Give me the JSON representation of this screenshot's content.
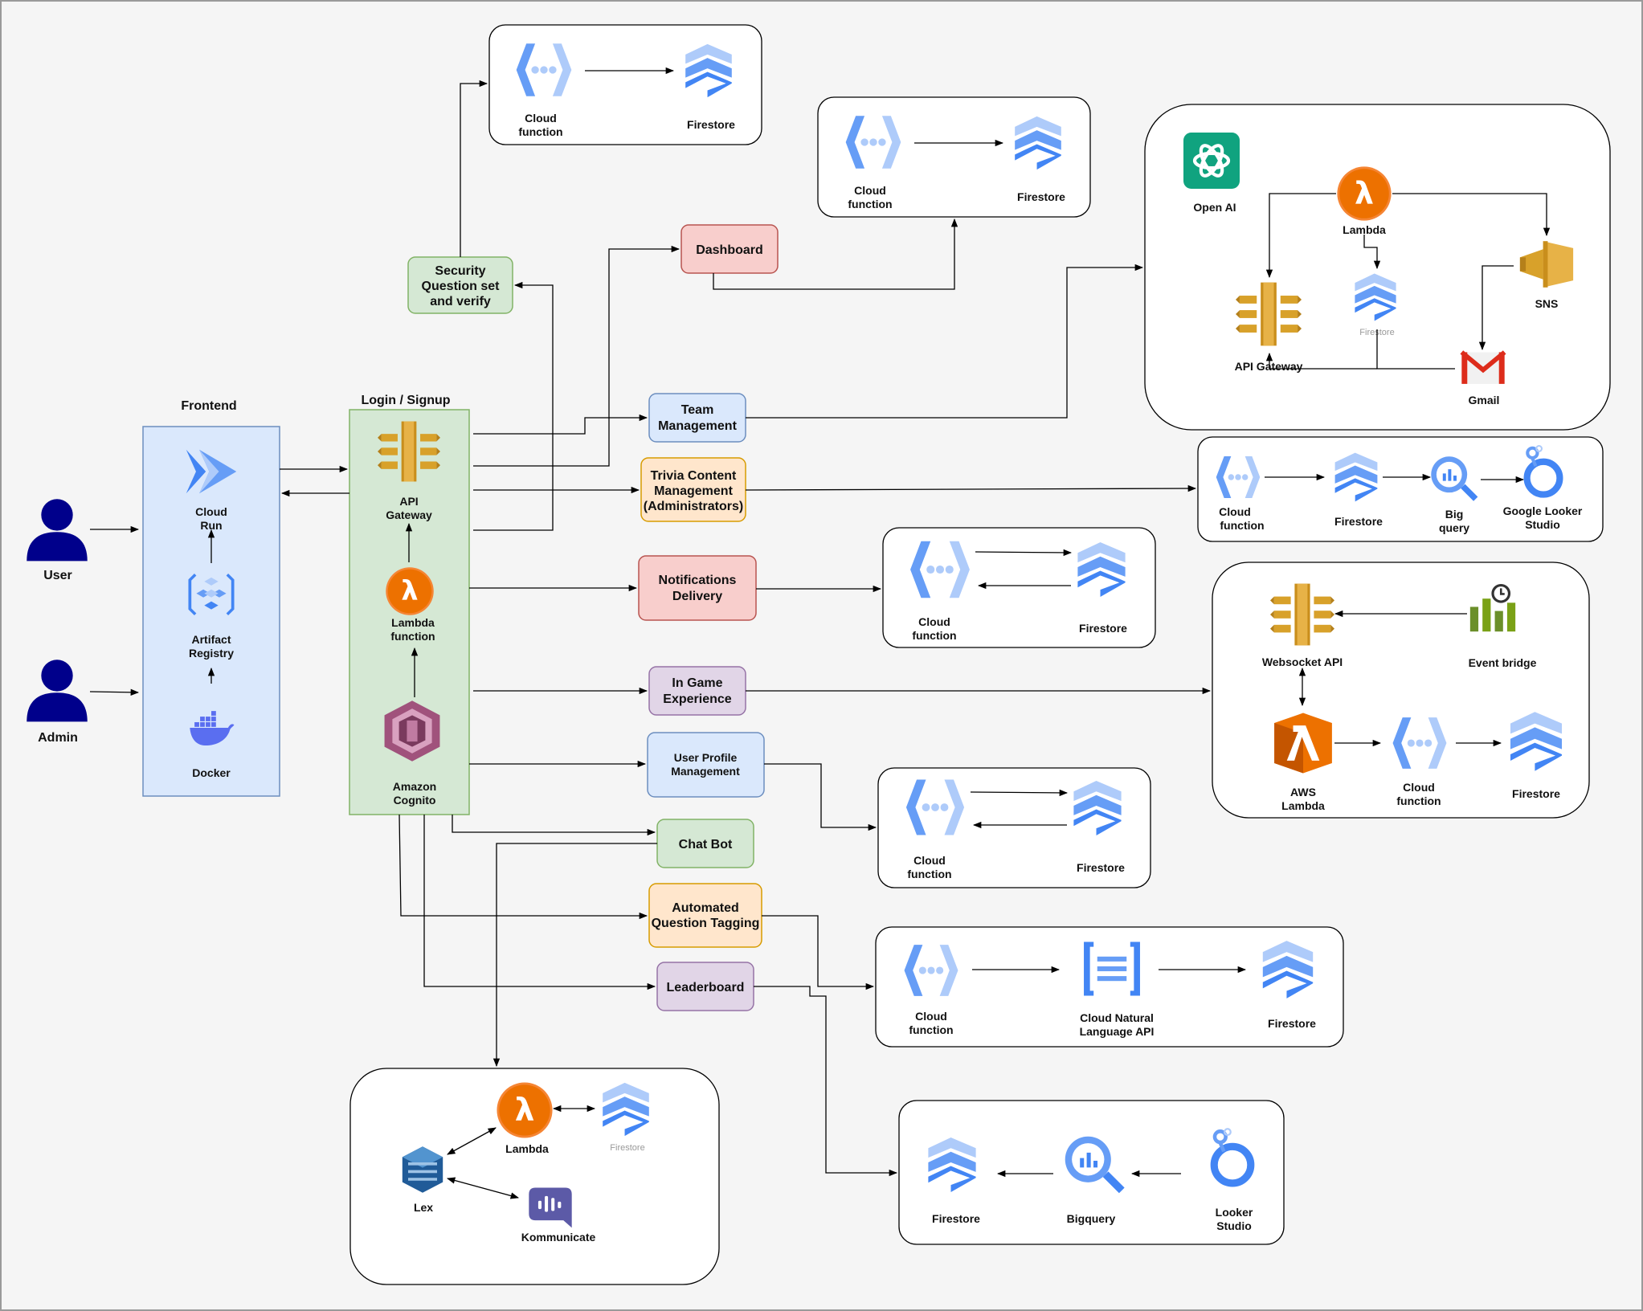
{
  "colors": {
    "gcp_light": "#aecbfa",
    "gcp_mid": "#669df6",
    "gcp_dark": "#4285f4",
    "aws_orange": "#ed7100",
    "aws_gold": "#d8a12a",
    "cognito": "#a0527c",
    "frontend_fill": "#dae8fc",
    "frontend_stroke": "#6c8ebf",
    "login_fill": "#d5e8d4",
    "login_stroke": "#82b366",
    "red_fill": "#f8cecc",
    "orange_fill": "#ffe6cc",
    "purple_fill": "#e1d5e7",
    "user_icon": "#00008b"
  },
  "actors": {
    "user": "User",
    "admin": "Admin"
  },
  "frontend": {
    "title": "Frontend",
    "cloud_run": [
      "Cloud",
      "Run"
    ],
    "artifact_registry": [
      "Artifact",
      "Registry"
    ],
    "docker": "Docker"
  },
  "login": {
    "title": "Login / Signup",
    "api_gateway": [
      "API",
      "Gateway"
    ],
    "lambda_function": [
      "Lambda",
      "function"
    ],
    "cognito": [
      "Amazon",
      "Cognito"
    ]
  },
  "features": {
    "security": [
      "Security",
      "Question set",
      "and verify"
    ],
    "dashboard": "Dashboard",
    "team": [
      "Team",
      "Management"
    ],
    "trivia": [
      "Trivia Content",
      "Management",
      "(Administrators)"
    ],
    "notifications": [
      "Notifications",
      "Delivery"
    ],
    "ingame": [
      "In Game",
      "Experience"
    ],
    "userprofile": [
      "User Profile",
      "Management"
    ],
    "chatbot": "Chat Bot",
    "tagging": [
      "Automated",
      "Question Tagging"
    ],
    "leaderboard": "Leaderboard"
  },
  "panels": {
    "security": {
      "cloud_function": [
        "Cloud",
        "function"
      ],
      "firestore": "Firestore"
    },
    "dashboard": {
      "cloud_function": [
        "Cloud",
        "function"
      ],
      "firestore": "Firestore"
    },
    "team": {
      "openai": "Open AI",
      "lambda": "Lambda",
      "firestore": "Firestore",
      "sns": "SNS",
      "api_gateway": "API Gateway",
      "gmail": "Gmail"
    },
    "trivia": {
      "cloud_function": [
        "Cloud",
        "function"
      ],
      "firestore": "Firestore",
      "bigquery": [
        "Big",
        "query"
      ],
      "looker": [
        "Google Looker",
        "Studio"
      ]
    },
    "notifications": {
      "cloud_function": [
        "Cloud",
        "function"
      ],
      "firestore": "Firestore"
    },
    "ingame": {
      "websocket": "Websocket API",
      "eventbridge": "Event bridge",
      "aws_lambda": [
        "AWS",
        "Lambda"
      ],
      "cloud_function": [
        "Cloud",
        "function"
      ],
      "firestore": "Firestore"
    },
    "userprofile": {
      "cloud_function": [
        "Cloud",
        "function"
      ],
      "firestore": "Firestore"
    },
    "tagging": {
      "cloud_function": [
        "Cloud",
        "function"
      ],
      "nlp": [
        "Cloud Natural",
        "Language API"
      ],
      "firestore": "Firestore"
    },
    "leaderboard": {
      "firestore": "Firestore",
      "bigquery": "Bigquery",
      "looker": [
        "Looker",
        "Studio"
      ]
    },
    "chatbot": {
      "lambda": "Lambda",
      "firestore": "Firestore",
      "lex": "Lex",
      "kommunicate": "Kommunicate"
    }
  }
}
